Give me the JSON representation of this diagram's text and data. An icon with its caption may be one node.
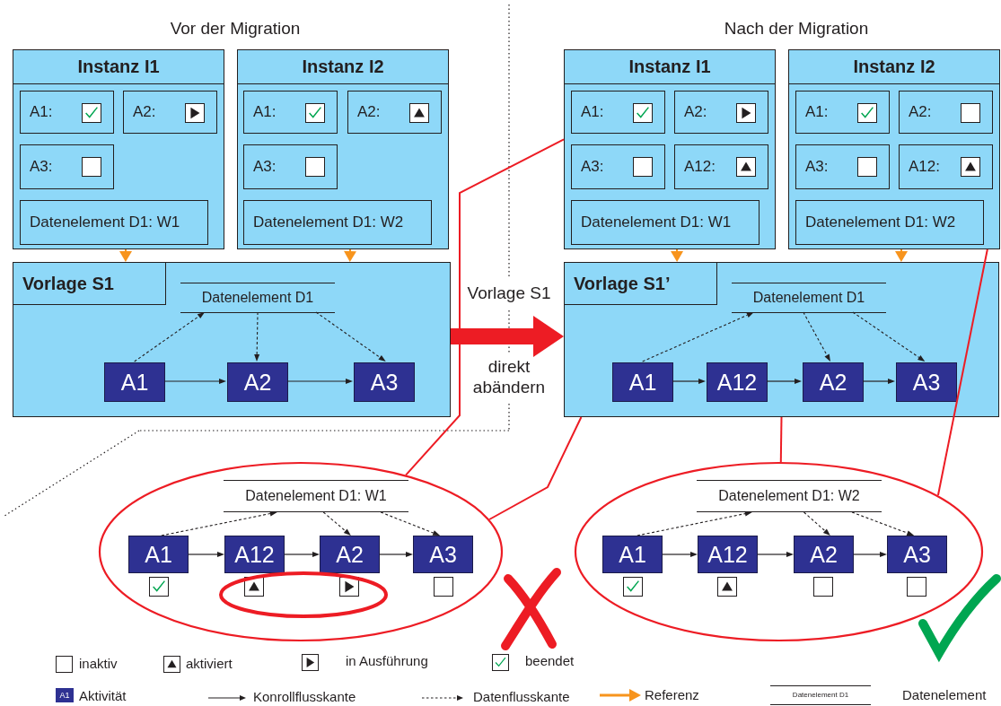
{
  "diagram": {
    "nodes": [
      {
        "text": [
          "Instanz I1"
        ]
      },
      {
        "text": [
          "A1:"
        ],
        "in": 0
      },
      {
        "text": [],
        "shape": "check",
        "in": 1
      },
      {
        "text": [
          "A2:"
        ],
        "in": 0
      },
      {
        "text": [],
        "shape": "play",
        "in": 3
      },
      {
        "text": [
          "A3:"
        ],
        "in": 0
      },
      {
        "text": [],
        "shape": "box",
        "in": 5
      },
      {
        "text": [
          "Datenelement D1: W1"
        ],
        "in": 0
      },
      {
        "text": [
          "Instanz I2"
        ]
      },
      {
        "text": [
          "A1:"
        ],
        "in": 8
      },
      {
        "text": [],
        "shape": "check",
        "in": 9
      },
      {
        "text": [
          "A2:"
        ],
        "in": 8
      },
      {
        "text": [],
        "shape": "triangle",
        "in": 11
      },
      {
        "text": [
          "A3:"
        ],
        "in": 8
      },
      {
        "text": [],
        "shape": "box",
        "in": 13
      },
      {
        "text": [
          "Datenelement D1: W2"
        ],
        "in": 8
      },
      {
        "text": [
          "Vorlage S1"
        ]
      },
      {
        "text": [
          "Datenelement D1"
        ],
        "in": 16
      },
      {
        "text": [
          "A1"
        ],
        "in": 16
      },
      {
        "text": [
          "A2"
        ],
        "in": 16
      },
      {
        "text": [
          "A3"
        ],
        "in": 16
      },
      {
        "text": [
          "Instanz I1"
        ]
      },
      {
        "text": [
          "A1:"
        ],
        "in": 21
      },
      {
        "text": [],
        "shape": "check",
        "in": 22
      },
      {
        "text": [
          "A2:"
        ],
        "in": 21
      },
      {
        "text": [],
        "shape": "play",
        "in": 24
      },
      {
        "text": [
          "A3:"
        ],
        "in": 21
      },
      {
        "text": [],
        "shape": "box",
        "in": 26
      },
      {
        "text": [
          "A12:"
        ],
        "in": 21
      },
      {
        "text": [],
        "shape": "triangle",
        "in": 28
      },
      {
        "text": [
          "Datenelement D1: W1"
        ],
        "in": 21
      },
      {
        "text": [
          "Instanz I2"
        ]
      },
      {
        "text": [
          "A1:"
        ],
        "in": 31
      },
      {
        "text": [],
        "shape": "check",
        "in": 32
      },
      {
        "text": [
          "A2:"
        ],
        "in": 31
      },
      {
        "text": [],
        "shape": "box",
        "in": 34
      },
      {
        "text": [
          "A3:"
        ],
        "in": 31
      },
      {
        "text": [],
        "shape": "box",
        "in": 36
      },
      {
        "text": [
          "A12:"
        ],
        "in": 31
      },
      {
        "text": [],
        "shape": "triangle",
        "in": 38
      },
      {
        "text": [
          "Datenelement D1: W2"
        ],
        "in": 31
      },
      {
        "text": [
          "Vorlage S1’"
        ]
      },
      {
        "text": [
          "Datenelement D1"
        ],
        "in": 41
      },
      {
        "text": [
          "A1"
        ],
        "in": 41
      },
      {
        "text": [
          "A12"
        ],
        "in": 41
      },
      {
        "text": [
          "A2"
        ],
        "in": 41
      },
      {
        "text": [
          "A3"
        ],
        "in": 41
      },
      {
        "text": [],
        "shape": "ellipse"
      },
      {
        "text": [
          "Datenelement D1: W1"
        ],
        "in": 47
      },
      {
        "text": [
          "A1"
        ],
        "in": 47
      },
      {
        "text": [
          "A12"
        ],
        "in": 47
      },
      {
        "text": [
          "A2"
        ],
        "in": 47
      },
      {
        "text": [
          "A3"
        ],
        "in": 47
      },
      {
        "text": [],
        "shape": "check",
        "in": 47
      },
      {
        "text": [],
        "shape": "triangle",
        "in": 47
      },
      {
        "text": [],
        "shape": "play",
        "in": 47
      },
      {
        "text": [],
        "shape": "box",
        "in": 47
      },
      {
        "text": [],
        "shape": "ellipse"
      },
      {
        "text": [
          "Datenelement D1: W2"
        ],
        "in": 57
      },
      {
        "text": [
          "A1"
        ],
        "in": 57
      },
      {
        "text": [
          "A12"
        ],
        "in": 57
      },
      {
        "text": [
          "A2"
        ],
        "in": 57
      },
      {
        "text": [
          "A3"
        ],
        "in": 57
      },
      {
        "text": [],
        "shape": "check",
        "in": 57
      },
      {
        "text": [],
        "shape": "triangle",
        "in": 57
      },
      {
        "text": [],
        "shape": "box",
        "in": 57
      },
      {
        "text": [],
        "shape": "box",
        "in": 57
      }
    ],
    "edges": [
      {
        "from": 0,
        "to": 16,
        "arrow": "to",
        "color": "#f7941d"
      },
      {
        "from": 8,
        "to": 16,
        "arrow": "to",
        "color": "#f7941d"
      },
      {
        "from": 18,
        "to": 19,
        "arrow": "to"
      },
      {
        "from": 19,
        "to": 20,
        "arrow": "to"
      },
      {
        "from": 18,
        "to": 17,
        "arrow": "to",
        "style": "dashed"
      },
      {
        "from": 17,
        "to": 19,
        "arrow": "to",
        "style": "dashed"
      },
      {
        "from": 17,
        "to": 20,
        "arrow": "to",
        "style": "dashed"
      },
      {
        "from": 16,
        "to": 41,
        "arrow": "to",
        "style": "thick",
        "color": "#ed1c24"
      },
      {
        "from": 21,
        "to": 41,
        "arrow": "to",
        "color": "#f7941d"
      },
      {
        "from": 31,
        "to": 41,
        "arrow": "to",
        "color": "#f7941d"
      },
      {
        "from": 43,
        "to": 44,
        "arrow": "to"
      },
      {
        "from": 44,
        "to": 45,
        "arrow": "to"
      },
      {
        "from": 45,
        "to": 46,
        "arrow": "to"
      },
      {
        "from": 43,
        "to": 42,
        "arrow": "to",
        "style": "dashed"
      },
      {
        "from": 42,
        "to": 45,
        "arrow": "to",
        "style": "dashed"
      },
      {
        "from": 42,
        "to": 46,
        "arrow": "to",
        "style": "dashed"
      },
      {
        "from": 49,
        "to": 50,
        "arrow": "to"
      },
      {
        "from": 50,
        "to": 51,
        "arrow": "to"
      },
      {
        "from": 51,
        "to": 52,
        "arrow": "to"
      },
      {
        "from": 49,
        "to": 48,
        "arrow": "to",
        "style": "dashed"
      },
      {
        "from": 48,
        "to": 51,
        "arrow": "to",
        "style": "dashed"
      },
      {
        "from": 48,
        "to": 52,
        "arrow": "to",
        "style": "dashed"
      },
      {
        "from": 59,
        "to": 60,
        "arrow": "to"
      },
      {
        "from": 60,
        "to": 61,
        "arrow": "to"
      },
      {
        "from": 61,
        "to": 62,
        "arrow": "to"
      },
      {
        "from": 59,
        "to": 58,
        "arrow": "to",
        "style": "dashed"
      },
      {
        "from": 58,
        "to": 61,
        "arrow": "to",
        "style": "dashed"
      },
      {
        "from": 58,
        "to": 62,
        "arrow": "to",
        "style": "dashed"
      },
      {
        "from": 47,
        "to": 21,
        "arrow": "none",
        "color": "#ed1c24"
      },
      {
        "from": 47,
        "to": 41,
        "arrow": "none",
        "color": "#ed1c24"
      },
      {
        "from": 57,
        "to": 41,
        "arrow": "none",
        "color": "#ed1c24"
      },
      {
        "from": 57,
        "to": 31,
        "arrow": "none",
        "color": "#ed1c24"
      }
    ],
    "labels": [
      "Vor der Migration",
      "Nach der Migration",
      "Vorlage S1",
      "direkt abändern",
      "A1",
      "Datenelement D1"
    ],
    "legend": [
      {
        "text": "inaktiv"
      },
      {
        "text": "aktiviert"
      },
      {
        "text": "in Ausführung"
      },
      {
        "text": "beendet"
      },
      {
        "text": "Aktivität"
      },
      {
        "text": "Konrollflusskante"
      },
      {
        "text": "Datenflusskante"
      },
      {
        "text": "Referenz"
      },
      {
        "text": "Datenelement"
      }
    ]
  }
}
